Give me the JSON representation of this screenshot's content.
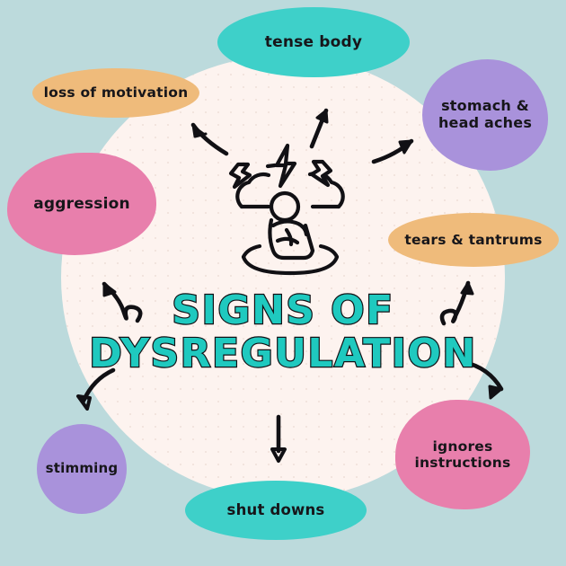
{
  "poster": {
    "title_line1": "SIGNS OF",
    "title_line2": "DYSREGULATION",
    "background_color": "#bcdadc",
    "center_blob_color": "#fdf3ef",
    "title_color": "#1fc9bf",
    "title_outline_color": "#111014"
  },
  "illustration": {
    "name": "stressed-person-with-storm-cloud",
    "description": "seated figure hugging knees under a cloud with three lightning bolts"
  },
  "bubbles": [
    {
      "id": "tense",
      "label": "tense body",
      "color": "#3ed0c9",
      "shape": "ellipse",
      "position": "top"
    },
    {
      "id": "stomach",
      "label": "stomach &\nhead aches",
      "line1": "stomach &",
      "line2": "head aches",
      "color": "#a992db",
      "shape": "blob",
      "position": "top-right"
    },
    {
      "id": "loss",
      "label": "loss of motivation",
      "color": "#efbb7b",
      "shape": "ellipse",
      "position": "top-left"
    },
    {
      "id": "aggression",
      "label": "aggression",
      "color": "#e87fac",
      "shape": "blob",
      "position": "left"
    },
    {
      "id": "tears",
      "label": "tears & tantrums",
      "color": "#efbb7b",
      "shape": "ellipse",
      "position": "right"
    },
    {
      "id": "ignores",
      "label": "ignores\ninstructions",
      "line1": "ignores",
      "line2": "instructions",
      "color": "#e87fac",
      "shape": "blob",
      "position": "bottom-right"
    },
    {
      "id": "shut",
      "label": "shut downs",
      "color": "#3ed0c9",
      "shape": "ellipse",
      "position": "bottom"
    },
    {
      "id": "stimming",
      "label": "stimming",
      "color": "#a992db",
      "shape": "circle",
      "position": "bottom-left"
    }
  ],
  "arrows": [
    {
      "id": "to-loss",
      "style": "curved",
      "direction": "up-left",
      "target": "loss of motivation"
    },
    {
      "id": "to-tense",
      "style": "straight",
      "direction": "up-right",
      "target": "tense body"
    },
    {
      "id": "to-stomach",
      "style": "curved",
      "direction": "right",
      "target": "stomach & head aches"
    },
    {
      "id": "to-tears",
      "style": "curly",
      "direction": "up-right",
      "target": "tears & tantrums"
    },
    {
      "id": "to-ignores",
      "style": "curved",
      "direction": "down-right",
      "target": "ignores instructions"
    },
    {
      "id": "to-shut",
      "style": "straight",
      "direction": "down",
      "target": "shut downs"
    },
    {
      "id": "to-stimming",
      "style": "curved",
      "direction": "down-left",
      "target": "stimming"
    },
    {
      "id": "to-aggression",
      "style": "curly",
      "direction": "up-left",
      "target": "aggression"
    }
  ]
}
